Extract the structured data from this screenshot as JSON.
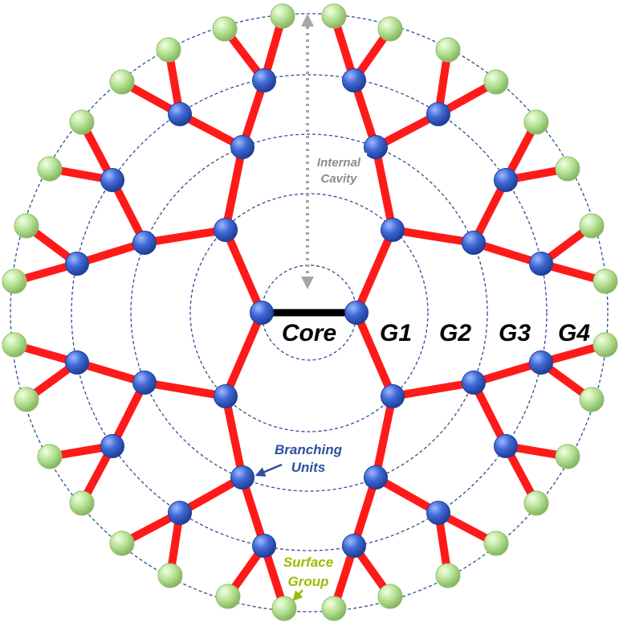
{
  "diagram": {
    "labels": {
      "core": "Core",
      "generations": [
        "G1",
        "G2",
        "G3",
        "G4"
      ],
      "internal_cavity": [
        "Internal",
        "Cavity"
      ],
      "branching_units": [
        "Branching",
        "Units"
      ],
      "surface_group": [
        "Surface",
        "Group"
      ]
    },
    "colors": {
      "bond": "#ff1a1a",
      "core_bond": "#000000",
      "branch_node": "#3a62c9",
      "surface_node": "#b2df8a",
      "ring": "#2f4f8f",
      "cavity_arrow": "#a6a6a6",
      "cavity_text": "#8c8c8c",
      "branching_text": "#2f4f9c",
      "surface_text": "#9bbb00"
    },
    "generation_count": 4,
    "branching_factor": 2,
    "cores_node_count": 2
  }
}
